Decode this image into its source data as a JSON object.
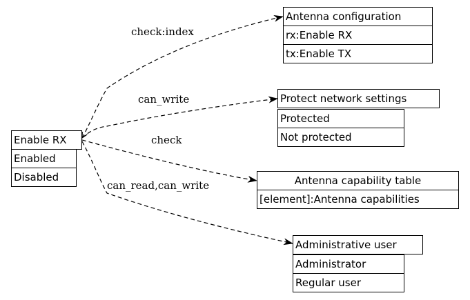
{
  "source_node": {
    "title": "Enable RX",
    "values": [
      "Enabled",
      "Disabled"
    ]
  },
  "targets": [
    {
      "title": "Antenna configuration",
      "fields": [
        "rx:Enable RX",
        "tx:Enable TX"
      ]
    },
    {
      "title": "Protect network settings",
      "fields": [
        "Protected",
        "Not protected"
      ]
    },
    {
      "title": "Antenna capability table",
      "fields": [
        "[element]:Antenna capabilities"
      ]
    },
    {
      "title": "Administrative user",
      "fields": [
        "Administrator",
        "Regular user"
      ]
    }
  ],
  "edges": [
    {
      "from": "Enable RX",
      "to": "Antenna configuration",
      "label": "check:index"
    },
    {
      "from": "Enable RX",
      "to": "Protect network settings",
      "label": "can_write"
    },
    {
      "from": "Enable RX",
      "to": "Antenna capability table",
      "label": "check"
    },
    {
      "from": "Enable RX",
      "to": "Administrative user",
      "label": "can_read,can_write"
    }
  ],
  "style": {
    "line_color": "#000000",
    "background": "#ffffff"
  }
}
